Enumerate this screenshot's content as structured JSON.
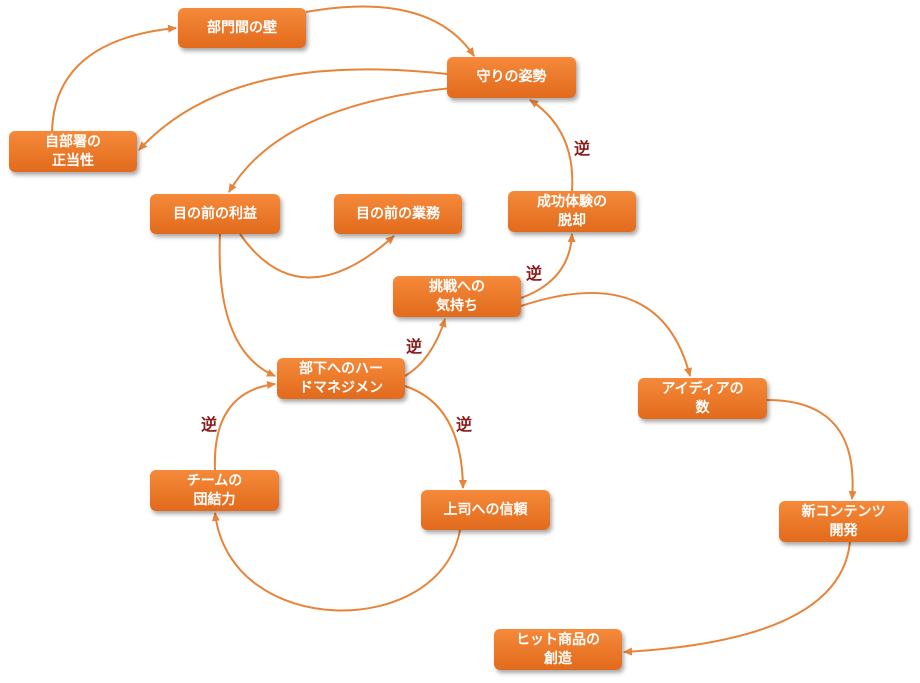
{
  "colors": {
    "node": "#e8731f",
    "arrow": "#e8843a",
    "reverse_label": "#8a1c1c"
  },
  "nodes": {
    "bumon_kabe": "部門間の壁",
    "mamori": "守りの姿勢",
    "jibusho": "自部署の\n正当性",
    "rieki": "目の前の利益",
    "gyomu": "目の前の業務",
    "seiko": "成功体験の\n脱却",
    "chosen": "挑戦への\n気持ち",
    "buka": "部下へのハー\nドマネジメン",
    "idea": "アイディアの\n数",
    "team": "チームの\n団結力",
    "joshi": "上司への信頼",
    "shin": "新コンテンツ\n開発",
    "hit": "ヒット商品の\n創造"
  },
  "reverse_label": "逆"
}
